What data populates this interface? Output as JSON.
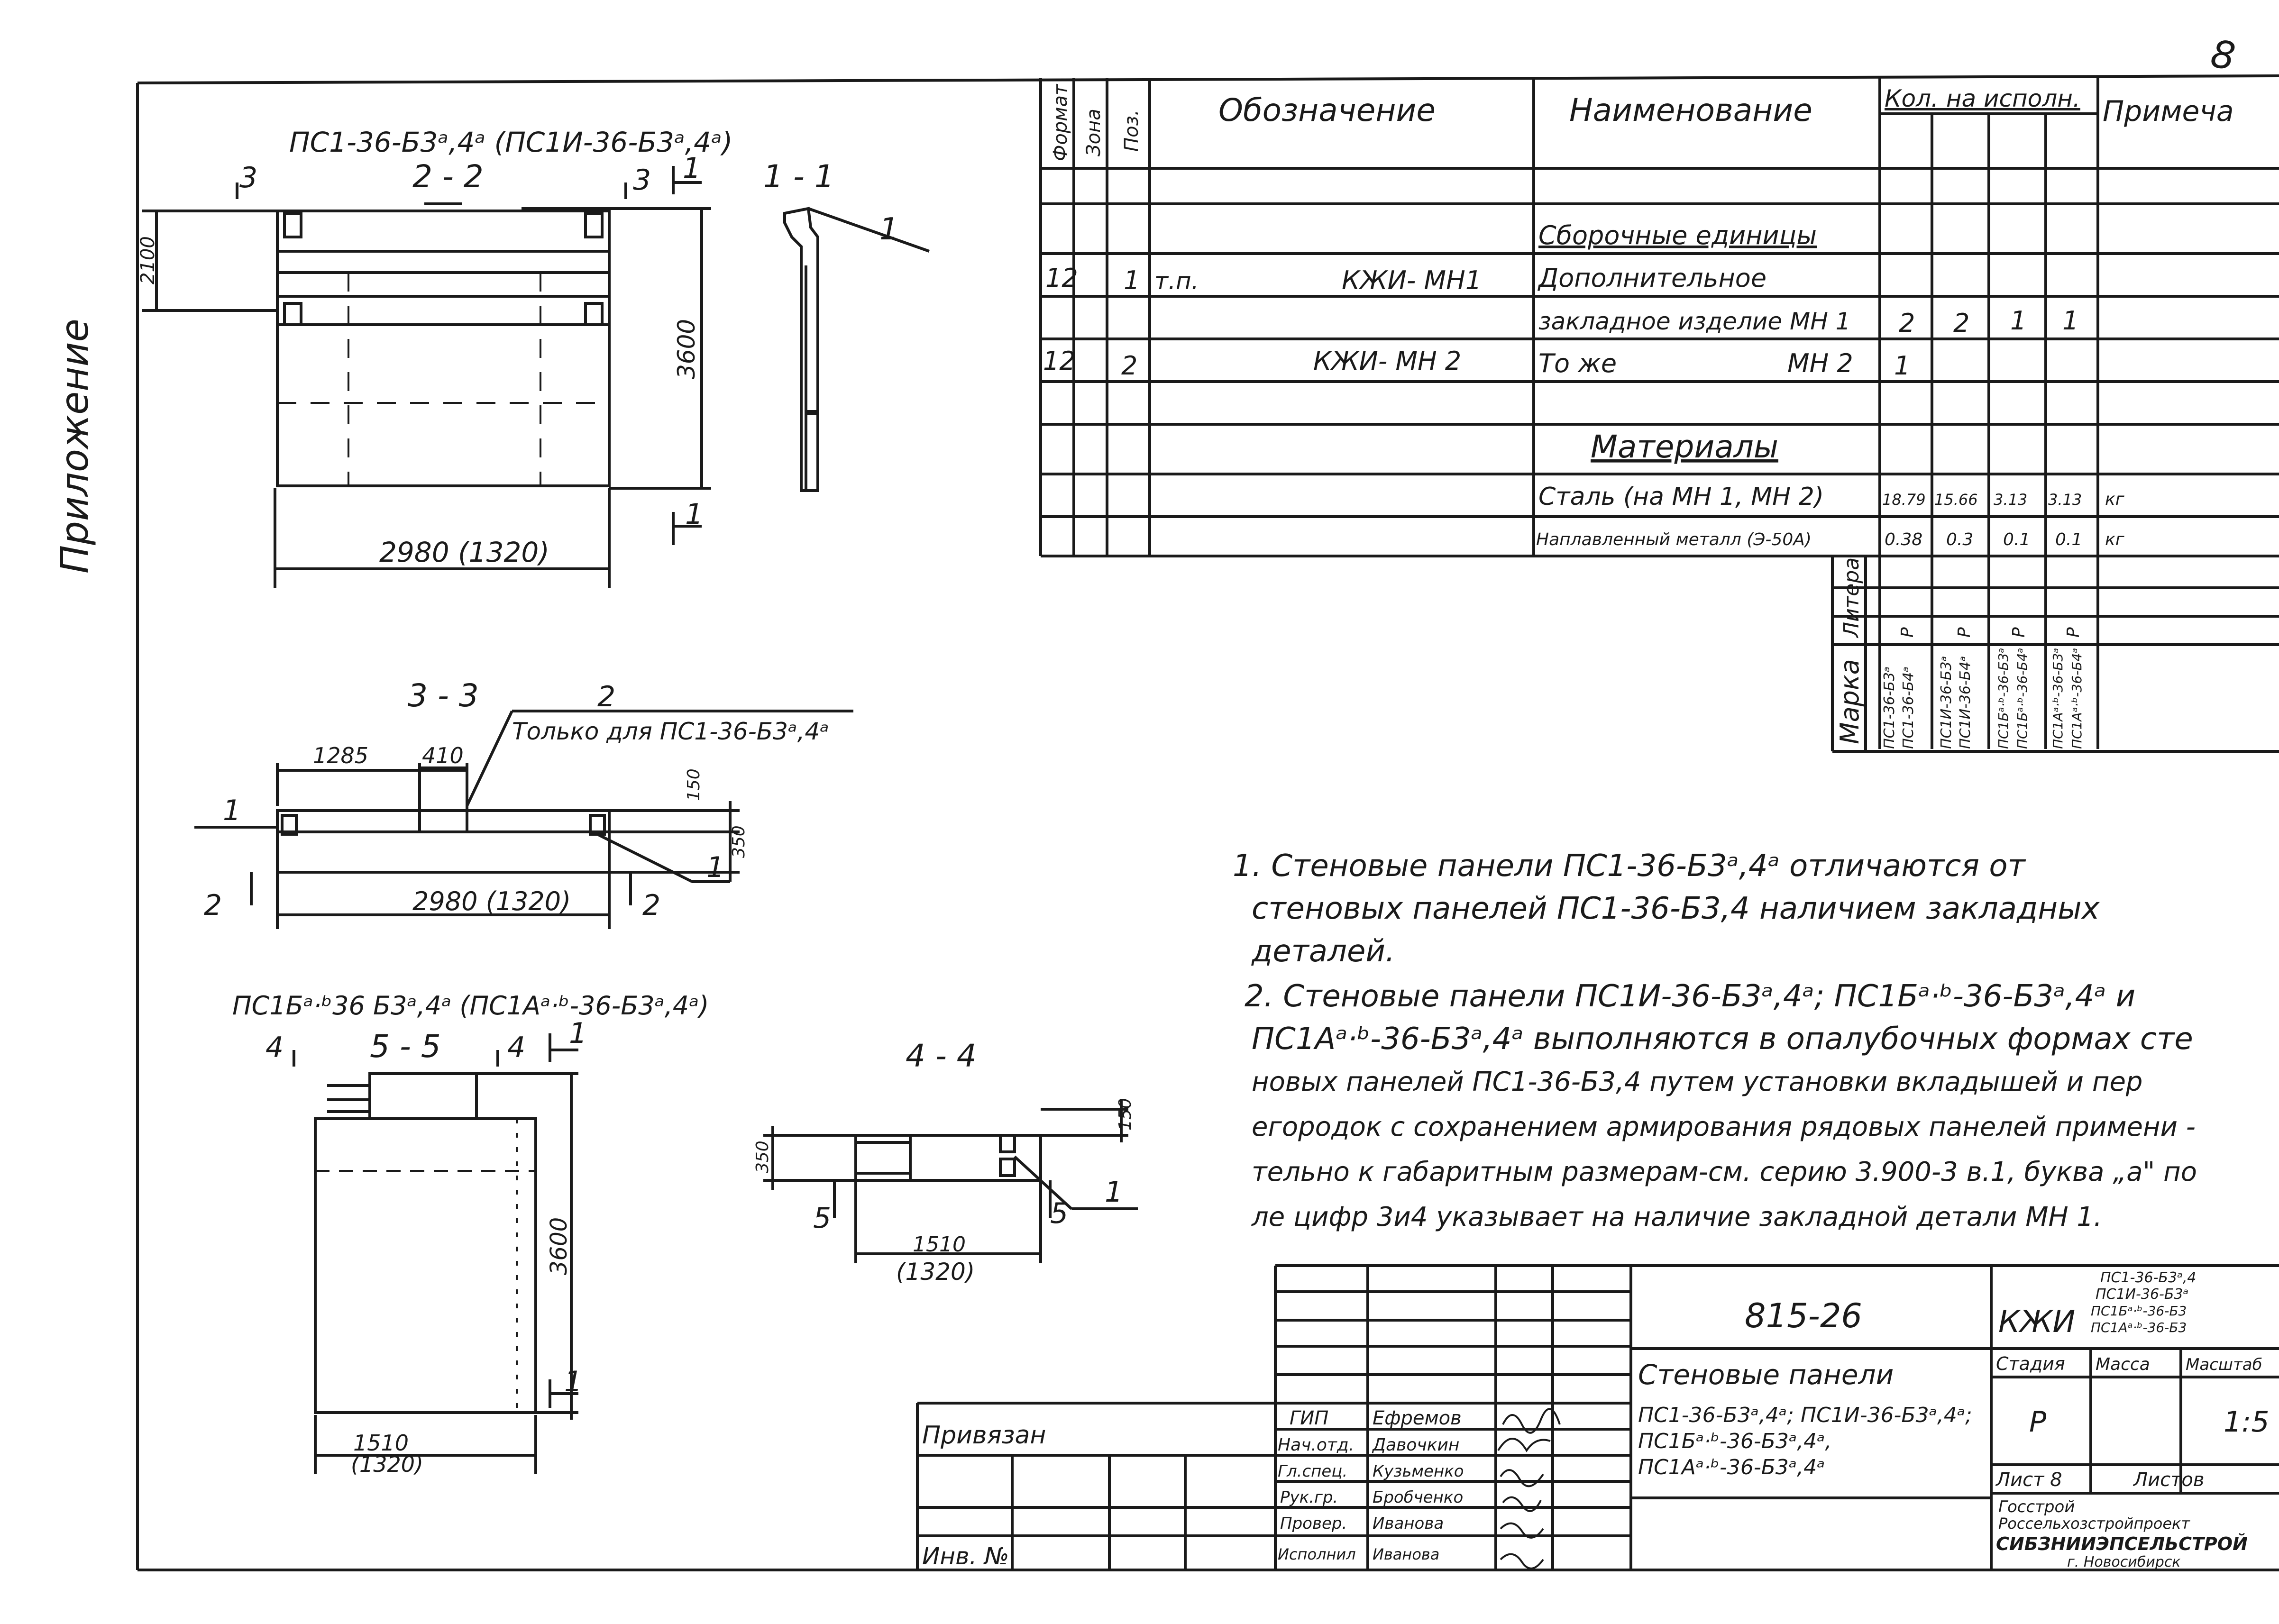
{
  "sheet_number": "8",
  "margin_stamp": "Приложение",
  "spec_table": {
    "headers": {
      "format": "Формат",
      "zone": "Зона",
      "pos": "Поз.",
      "designation": "Обозначение",
      "name": "Наименование",
      "qty": "Кол. на исполн.",
      "note": "Примеча"
    },
    "section_assemblies": "Сборочные единицы",
    "rows": [
      {
        "format": "12",
        "pos": "1",
        "prefix": "т.п.",
        "designation": "КЖИ- МН1",
        "name": "Дополнительное"
      },
      {
        "name": "закладное изделие МН 1",
        "q1": "2",
        "q2": "2",
        "q3": "1",
        "q4": "1"
      },
      {
        "format": "12",
        "pos": "2",
        "designation": "КЖИ- МН 2",
        "name": "То же",
        "name_suffix": "МН 2",
        "q1": "1"
      }
    ],
    "section_materials": "Материалы",
    "materials": [
      {
        "name": "Сталь (на МН 1, МН 2)",
        "q1": "18.79",
        "q2": "15.66",
        "q3": "3.13",
        "q4": "3.13",
        "unit": "кг"
      },
      {
        "name": "Наплавленный металл (Э-50А)",
        "q1": "0.38",
        "q2": "0.3",
        "q3": "0.1",
        "q4": "0.1",
        "unit": "кг"
      }
    ],
    "marka_label": "Марка",
    "index_label": "Литера",
    "litera": [
      "Р",
      "Р",
      "Р",
      "Р"
    ],
    "marks": [
      [
        "ПС1-36-Б3ᵃ",
        "ПС1-36-Б4ᵃ"
      ],
      [
        "ПС1И-36-Б3ᵃ",
        "ПС1И-36-Б4ᵃ"
      ],
      [
        "ПС1Бᵃ·ᵇ-36-Б3ᵃ",
        "ПС1Бᵃ·ᵇ-36-Б4ᵃ"
      ],
      [
        "ПС1Аᵃ·ᵇ-36-Б3ᵃ",
        "ПС1Аᵃ·ᵇ-36-Б4ᵃ"
      ]
    ]
  },
  "drawings": {
    "view22": {
      "title": "ПС1-36-Б3ᵃ,4ᵃ (ПС1И-36-Б3ᵃ,4ᵃ)",
      "section": "2 - 2",
      "cut3": "3",
      "cut1": "1",
      "dim_height": "3600",
      "dim_top": "2100",
      "dim_width": "2980 (1320)"
    },
    "view11": {
      "section": "1 - 1",
      "callout": "1"
    },
    "view33": {
      "section": "3 - 3",
      "callout_2": "2",
      "note": "Только для ПС1-36-Б3ᵃ,4ᵃ",
      "dim_1285": "1285",
      "dim_410": "410",
      "dim_150": "150",
      "dim_350": "350",
      "dim_width": "2980 (1320)",
      "cut1": "1",
      "cut2": "2",
      "callout_1": "1"
    },
    "view55": {
      "title": "ПС1Бᵃ·ᵇ36 Б3ᵃ,4ᵃ (ПС1Аᵃ·ᵇ-36-Б3ᵃ,4ᵃ)",
      "section": "5 - 5",
      "cut4": "4",
      "cut1": "1",
      "dim_height": "3600",
      "dim_width": "1510",
      "dim_width_alt": "(1320)"
    },
    "view44": {
      "section": "4 - 4",
      "dim_350": "350",
      "dim_150": "150",
      "dim_width": "1510",
      "dim_width_alt": "(1320)",
      "cut5": "5",
      "callout_1": "1"
    }
  },
  "notes": [
    "1. Стеновые панели ПС1-36-Б3ᵃ,4ᵃ отличаются от",
    "стеновых панелей ПС1-36-Б3,4 наличием закладных",
    "деталей.",
    "2. Стеновые панели ПС1И-36-Б3ᵃ,4ᵃ; ПС1Бᵃ·ᵇ-36-Б3ᵃ,4ᵃ и",
    "ПС1Аᵃ·ᵇ-36-Б3ᵃ,4ᵃ выполняются в опалубочных формах сте",
    "новых панелей ПС1-36-Б3,4 путем установки вкладышей и пер",
    "егородок с сохранением армирования рядовых панелей примени -",
    "тельно к габаритным размерам-см. серию 3.900-3 в.1, буква „а\" по",
    "ле цифр 3и4 указывает на наличие закладной детали МН 1."
  ],
  "title_block": {
    "project": "815-26",
    "code_prefix": "КЖИ",
    "code_marks": [
      "ПС1-36-Б3ᵃ,4",
      "ПС1И-36-Б3ᵃ",
      "ПС1Бᵃ·ᵇ-36-Б3",
      "ПС1Аᵃ·ᵇ-36-Б3"
    ],
    "title_lines": [
      "Стеновые панели",
      "ПС1-36-Б3ᵃ,4ᵃ; ПС1И-36-Б3ᵃ,4ᵃ;",
      "ПС1Бᵃ·ᵇ-36-Б3ᵃ,4ᵃ,",
      "ПС1Аᵃ·ᵇ-36-Б3ᵃ,4ᵃ"
    ],
    "stage_label": "Стадия",
    "mass_label": "Масса",
    "scale_label": "Масштаб",
    "stage": "Р",
    "scale": "1:5",
    "sheet_label": "Лист 8",
    "sheets_label": "Листов",
    "org": [
      "Госстрой",
      "Россельхозстройпроект",
      "СИБЗНИИЭПСЕЛЬСТРОЙ",
      "г. Новосибирск"
    ],
    "privyazan": "Привязан",
    "inv": "Инв. №",
    "roles": [
      {
        "role": "ГИП",
        "name": "Ефремов"
      },
      {
        "role": "Нач.отд.",
        "name": "Давочкин"
      },
      {
        "role": "Гл.спец.",
        "name": "Кузьменко"
      },
      {
        "role": "Рук.гр.",
        "name": "Бробченко"
      },
      {
        "role": "Провер.",
        "name": "Иванова"
      },
      {
        "role": "Исполнил",
        "name": "Иванова"
      }
    ]
  }
}
